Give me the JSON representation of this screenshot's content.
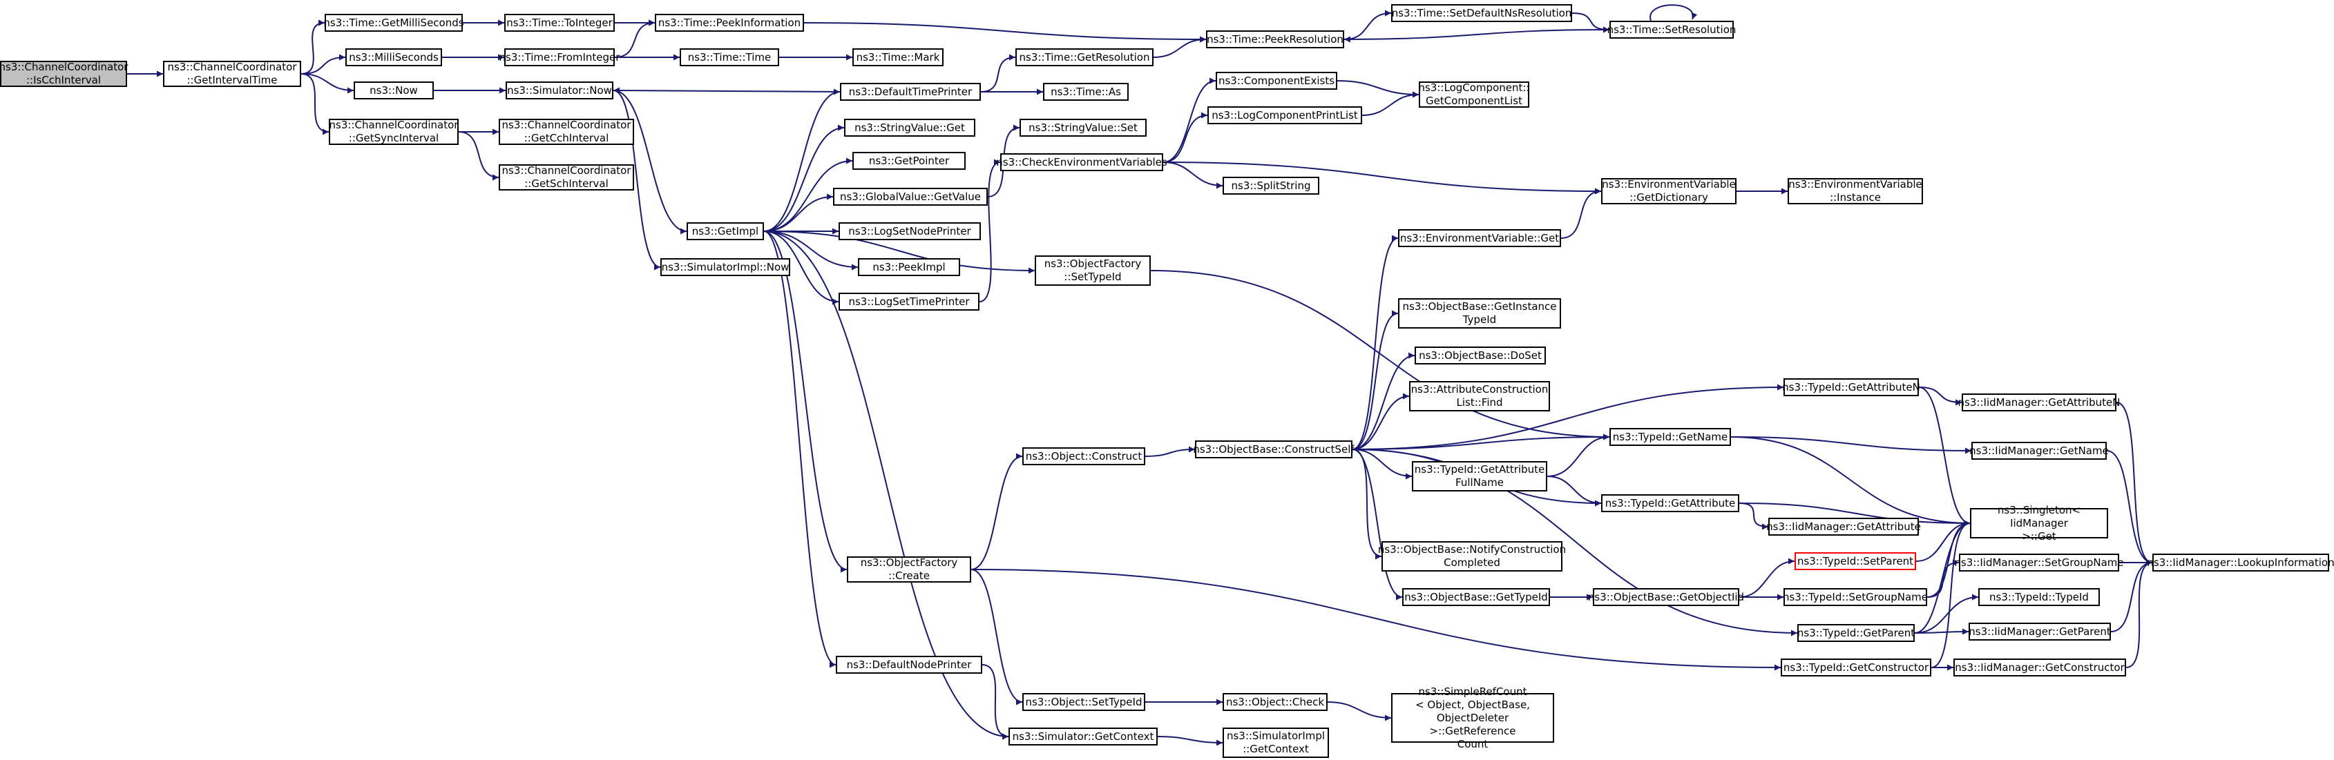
{
  "graph": {
    "nodes": [
      {
        "id": "isCch",
        "label": "ns3::ChannelCoordinator\n::IsCchInterval",
        "root": true
      },
      {
        "id": "getIntervalTime",
        "label": "ns3::ChannelCoordinator\n::GetIntervalTime"
      },
      {
        "id": "getMilliSeconds",
        "label": "ns3::Time::GetMilliSeconds"
      },
      {
        "id": "milliSeconds",
        "label": "ns3::MilliSeconds"
      },
      {
        "id": "now",
        "label": "ns3::Now"
      },
      {
        "id": "getSyncInterval",
        "label": "ns3::ChannelCoordinator\n::GetSyncInterval"
      },
      {
        "id": "toInteger",
        "label": "ns3::Time::ToInteger"
      },
      {
        "id": "fromInteger",
        "label": "ns3::Time::FromInteger"
      },
      {
        "id": "simNow",
        "label": "ns3::Simulator::Now"
      },
      {
        "id": "getCch",
        "label": "ns3::ChannelCoordinator\n::GetCchInterval"
      },
      {
        "id": "getSch",
        "label": "ns3::ChannelCoordinator\n::GetSchInterval"
      },
      {
        "id": "peekInfo",
        "label": "ns3::Time::PeekInformation"
      },
      {
        "id": "timeTime",
        "label": "ns3::Time::Time"
      },
      {
        "id": "mark",
        "label": "ns3::Time::Mark"
      },
      {
        "id": "getImpl",
        "label": "ns3::GetImpl"
      },
      {
        "id": "simImplNow",
        "label": "ns3::SimulatorImpl::Now"
      },
      {
        "id": "defTimePrinter",
        "label": "ns3::DefaultTimePrinter"
      },
      {
        "id": "strValGet",
        "label": "ns3::StringValue::Get"
      },
      {
        "id": "getPointer",
        "label": "ns3::GetPointer"
      },
      {
        "id": "globalGetValue",
        "label": "ns3::GlobalValue::GetValue"
      },
      {
        "id": "logSetNode",
        "label": "ns3::LogSetNodePrinter"
      },
      {
        "id": "peekImpl",
        "label": "ns3::PeekImpl"
      },
      {
        "id": "logSetTime",
        "label": "ns3::LogSetTimePrinter"
      },
      {
        "id": "objFactoryCreate",
        "label": "ns3::ObjectFactory\n::Create"
      },
      {
        "id": "defNodePrinter",
        "label": "ns3::DefaultNodePrinter"
      },
      {
        "id": "simGetContext",
        "label": "ns3::Simulator::GetContext"
      },
      {
        "id": "getResolution",
        "label": "ns3::Time::GetResolution"
      },
      {
        "id": "timeAs",
        "label": "ns3::Time::As"
      },
      {
        "id": "peekRes",
        "label": "ns3::Time::PeekResolution"
      },
      {
        "id": "setDefNsRes",
        "label": "ns3::Time::SetDefaultNsResolution"
      },
      {
        "id": "setRes",
        "label": "ns3::Time::SetResolution"
      },
      {
        "id": "strValSet",
        "label": "ns3::StringValue::Set"
      },
      {
        "id": "checkEnv",
        "label": "ns3::CheckEnvironmentVariables"
      },
      {
        "id": "compExists",
        "label": "ns3::ComponentExists"
      },
      {
        "id": "logCompPrint",
        "label": "ns3::LogComponentPrintList"
      },
      {
        "id": "logCompGet",
        "label": "ns3::LogComponent::\nGetComponentList"
      },
      {
        "id": "splitString",
        "label": "ns3::SplitString"
      },
      {
        "id": "envGetDict",
        "label": "ns3::EnvironmentVariable\n::GetDictionary"
      },
      {
        "id": "envInstance",
        "label": "ns3::EnvironmentVariable\n::Instance"
      },
      {
        "id": "objFactorySetTypeId",
        "label": "ns3::ObjectFactory\n::SetTypeId"
      },
      {
        "id": "envGet",
        "label": "ns3::EnvironmentVariable::Get"
      },
      {
        "id": "obGetInstance",
        "label": "ns3::ObjectBase::GetInstance\nTypeId"
      },
      {
        "id": "obDoSet",
        "label": "ns3::ObjectBase::DoSet"
      },
      {
        "id": "attrConstFind",
        "label": "ns3::AttributeConstruction\nList::Find"
      },
      {
        "id": "objConstruct",
        "label": "ns3::Object::Construct"
      },
      {
        "id": "obConstructSelf",
        "label": "ns3::ObjectBase::ConstructSelf"
      },
      {
        "id": "typeIdGetAttrFull",
        "label": "ns3::TypeId::GetAttribute\nFullName"
      },
      {
        "id": "obNotify",
        "label": "ns3::ObjectBase::NotifyConstruction\nCompleted"
      },
      {
        "id": "obGetTypeId",
        "label": "ns3::ObjectBase::GetTypeId"
      },
      {
        "id": "obGetObjectIid",
        "label": "ns3::ObjectBase::GetObjectIid"
      },
      {
        "id": "objSetTypeId",
        "label": "ns3::Object::SetTypeId"
      },
      {
        "id": "objCheck",
        "label": "ns3::Object::Check"
      },
      {
        "id": "simpleRefCount",
        "label": "ns3::SimpleRefCount\n< Object, ObjectBase,\nObjectDeleter >::GetReference\nCount"
      },
      {
        "id": "simImplGetContext",
        "label": "ns3::SimulatorImpl\n::GetContext"
      },
      {
        "id": "typeIdGetName",
        "label": "ns3::TypeId::GetName"
      },
      {
        "id": "typeIdGetAttr",
        "label": "ns3::TypeId::GetAttribute"
      },
      {
        "id": "iidGetAttr",
        "label": "ns3::IidManager::GetAttribute"
      },
      {
        "id": "typeIdSetParent",
        "label": "ns3::TypeId::SetParent",
        "red": true
      },
      {
        "id": "typeIdSetGroupName",
        "label": "ns3::TypeId::SetGroupName"
      },
      {
        "id": "typeIdGetParent",
        "label": "ns3::TypeId::GetParent"
      },
      {
        "id": "typeIdGetConstructor",
        "label": "ns3::TypeId::GetConstructor"
      },
      {
        "id": "typeIdGetAttrN",
        "label": "ns3::TypeId::GetAttributeN"
      },
      {
        "id": "iidGetAttrN",
        "label": "ns3::IidManager::GetAttributeN"
      },
      {
        "id": "iidGetName",
        "label": "ns3::IidManager::GetName"
      },
      {
        "id": "singletonGet",
        "label": "ns3::Singleton< IidManager\n>::Get"
      },
      {
        "id": "iidSetGroupName",
        "label": "ns3::IidManager::SetGroupName"
      },
      {
        "id": "typeIdTypeId",
        "label": "ns3::TypeId::TypeId"
      },
      {
        "id": "iidGetParent",
        "label": "ns3::IidManager::GetParent"
      },
      {
        "id": "iidGetConstructor",
        "label": "ns3::IidManager::GetConstructor"
      },
      {
        "id": "iidLookup",
        "label": "ns3::IidManager::LookupInformation"
      }
    ],
    "edges": [
      [
        "isCch",
        "getIntervalTime"
      ],
      [
        "getIntervalTime",
        "getMilliSeconds"
      ],
      [
        "getIntervalTime",
        "milliSeconds"
      ],
      [
        "getIntervalTime",
        "now"
      ],
      [
        "getIntervalTime",
        "getSyncInterval"
      ],
      [
        "getMilliSeconds",
        "toInteger"
      ],
      [
        "toInteger",
        "peekInfo"
      ],
      [
        "milliSeconds",
        "fromInteger"
      ],
      [
        "fromInteger",
        "peekInfo"
      ],
      [
        "fromInteger",
        "timeTime"
      ],
      [
        "timeTime",
        "mark"
      ],
      [
        "now",
        "simNow"
      ],
      [
        "simNow",
        "getImpl"
      ],
      [
        "simNow",
        "simImplNow"
      ],
      [
        "getSyncInterval",
        "getCch"
      ],
      [
        "getSyncInterval",
        "getSch"
      ],
      [
        "peekInfo",
        "peekRes"
      ],
      [
        "getImpl",
        "defTimePrinter"
      ],
      [
        "getImpl",
        "strValGet"
      ],
      [
        "getImpl",
        "getPointer"
      ],
      [
        "getImpl",
        "globalGetValue"
      ],
      [
        "getImpl",
        "logSetNode"
      ],
      [
        "getImpl",
        "peekImpl"
      ],
      [
        "getImpl",
        "logSetTime"
      ],
      [
        "getImpl",
        "objFactorySetTypeId"
      ],
      [
        "getImpl",
        "objFactoryCreate"
      ],
      [
        "getImpl",
        "defNodePrinter"
      ],
      [
        "getImpl",
        "simGetContext"
      ],
      [
        "defTimePrinter",
        "simNow"
      ],
      [
        "defTimePrinter",
        "getResolution"
      ],
      [
        "defTimePrinter",
        "timeAs"
      ],
      [
        "getResolution",
        "peekRes"
      ],
      [
        "peekRes",
        "setDefNsRes"
      ],
      [
        "setDefNsRes",
        "setRes"
      ],
      [
        "setRes",
        "setRes"
      ],
      [
        "setRes",
        "peekRes"
      ],
      [
        "globalGetValue",
        "strValSet"
      ],
      [
        "logSetTime",
        "checkEnv"
      ],
      [
        "checkEnv",
        "compExists"
      ],
      [
        "checkEnv",
        "logCompPrint"
      ],
      [
        "checkEnv",
        "splitString"
      ],
      [
        "checkEnv",
        "envGetDict"
      ],
      [
        "compExists",
        "logCompGet"
      ],
      [
        "logCompPrint",
        "logCompGet"
      ],
      [
        "envGetDict",
        "envInstance"
      ],
      [
        "objFactorySetTypeId",
        "typeIdGetName"
      ],
      [
        "objFactoryCreate",
        "objConstruct"
      ],
      [
        "objFactoryCreate",
        "objSetTypeId"
      ],
      [
        "objFactoryCreate",
        "typeIdGetConstructor"
      ],
      [
        "defNodePrinter",
        "simGetContext"
      ],
      [
        "simGetContext",
        "simImplGetContext"
      ],
      [
        "objConstruct",
        "obConstructSelf"
      ],
      [
        "objSetTypeId",
        "objCheck"
      ],
      [
        "objCheck",
        "simpleRefCount"
      ],
      [
        "obConstructSelf",
        "envGet"
      ],
      [
        "obConstructSelf",
        "obGetInstance"
      ],
      [
        "obConstructSelf",
        "obDoSet"
      ],
      [
        "obConstructSelf",
        "attrConstFind"
      ],
      [
        "obConstructSelf",
        "typeIdGetName"
      ],
      [
        "obConstructSelf",
        "typeIdGetAttrFull"
      ],
      [
        "obConstructSelf",
        "typeIdGetAttr"
      ],
      [
        "obConstructSelf",
        "obNotify"
      ],
      [
        "obConstructSelf",
        "obGetTypeId"
      ],
      [
        "obConstructSelf",
        "typeIdGetParent"
      ],
      [
        "obConstructSelf",
        "typeIdGetAttrN"
      ],
      [
        "envGet",
        "envGetDict"
      ],
      [
        "typeIdGetAttrFull",
        "typeIdGetName"
      ],
      [
        "typeIdGetAttrFull",
        "typeIdGetAttr"
      ],
      [
        "obGetTypeId",
        "obGetObjectIid"
      ],
      [
        "obGetObjectIid",
        "typeIdSetParent"
      ],
      [
        "obGetObjectIid",
        "typeIdSetGroupName"
      ],
      [
        "typeIdSetParent",
        "singletonGet"
      ],
      [
        "typeIdSetGroupName",
        "singletonGet"
      ],
      [
        "typeIdSetGroupName",
        "iidSetGroupName"
      ],
      [
        "typeIdGetName",
        "singletonGet"
      ],
      [
        "typeIdGetName",
        "iidGetName"
      ],
      [
        "typeIdGetAttr",
        "singletonGet"
      ],
      [
        "typeIdGetAttr",
        "iidGetAttr"
      ],
      [
        "typeIdGetAttrN",
        "singletonGet"
      ],
      [
        "typeIdGetAttrN",
        "iidGetAttrN"
      ],
      [
        "typeIdGetParent",
        "singletonGet"
      ],
      [
        "typeIdGetParent",
        "typeIdTypeId"
      ],
      [
        "typeIdGetParent",
        "iidGetParent"
      ],
      [
        "typeIdGetConstructor",
        "singletonGet"
      ],
      [
        "typeIdGetConstructor",
        "iidGetConstructor"
      ],
      [
        "iidGetAttrN",
        "iidLookup"
      ],
      [
        "iidGetName",
        "iidLookup"
      ],
      [
        "iidSetGroupName",
        "iidLookup"
      ],
      [
        "iidGetParent",
        "iidLookup"
      ],
      [
        "iidGetConstructor",
        "iidLookup"
      ]
    ]
  }
}
